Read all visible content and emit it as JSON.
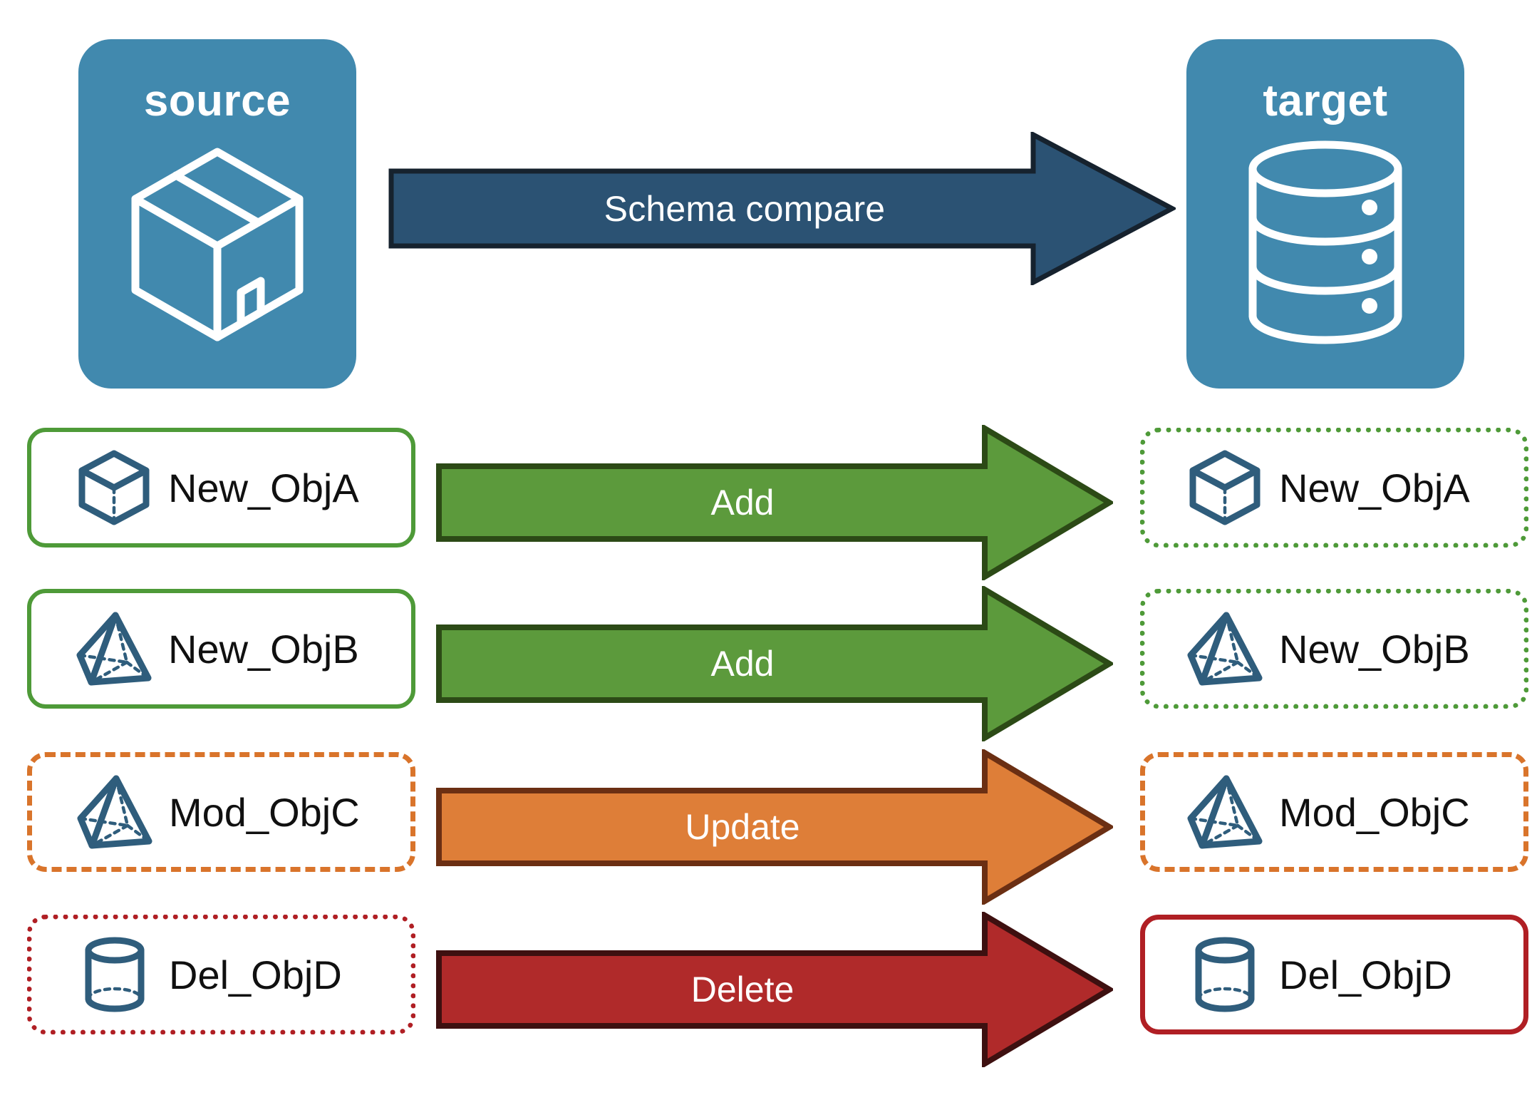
{
  "diagram": {
    "title": "Schema compare",
    "background": "#FFFFFF",
    "endpoints": {
      "source": {
        "label": "source",
        "icon": "package-box-icon",
        "fill": "#4189AE"
      },
      "target": {
        "label": "target",
        "icon": "database-cylinder-icon",
        "fill": "#4189AE"
      }
    },
    "compare_arrow": {
      "label": "Schema compare",
      "fill": "#2B5273",
      "stroke": "#16222E"
    },
    "colors": {
      "teal": "#4189AE",
      "navy": "#2B5273",
      "green": "#5C9A3C",
      "green_dark": "#2C4A16",
      "green_border": "#4E9A38",
      "orange": "#DE7E38",
      "orange_dark": "#6B2F13",
      "orange_border": "#D9742B",
      "red": "#B02A2A",
      "red_dark": "#3E1010",
      "red_border": "#B01F24",
      "icon_blue": "#2F5D7C",
      "text": "#101010"
    },
    "rows": [
      {
        "action": "Add",
        "arrow_fill": "#5C9A3C",
        "arrow_stroke": "#2C4A16",
        "source": {
          "name": "New_ObjA",
          "icon": "wireframe-cube-icon",
          "border_style": "solid",
          "border_color": "#4E9A38"
        },
        "target": {
          "name": "New_ObjA",
          "icon": "wireframe-cube-icon",
          "border_style": "dotted",
          "border_color": "#4E9A38"
        }
      },
      {
        "action": "Add",
        "arrow_fill": "#5C9A3C",
        "arrow_stroke": "#2C4A16",
        "source": {
          "name": "New_ObjB",
          "icon": "wireframe-pyramid-icon",
          "border_style": "solid",
          "border_color": "#4E9A38"
        },
        "target": {
          "name": "New_ObjB",
          "icon": "wireframe-pyramid-icon",
          "border_style": "dotted",
          "border_color": "#4E9A38"
        }
      },
      {
        "action": "Update",
        "arrow_fill": "#DE7E38",
        "arrow_stroke": "#6B2F13",
        "source": {
          "name": "Mod_ObjC",
          "icon": "wireframe-pyramid-icon",
          "border_style": "dashed",
          "border_color": "#D9742B"
        },
        "target": {
          "name": "Mod_ObjC",
          "icon": "wireframe-pyramid-icon",
          "border_style": "dashed",
          "border_color": "#D9742B"
        }
      },
      {
        "action": "Delete",
        "arrow_fill": "#B02A2A",
        "arrow_stroke": "#3E1010",
        "source": {
          "name": "Del_ObjD",
          "icon": "wireframe-cylinder-icon",
          "border_style": "dotted",
          "border_color": "#B01F24"
        },
        "target": {
          "name": "Del_ObjD",
          "icon": "wireframe-cylinder-icon",
          "border_style": "solid",
          "border_color": "#B01F24"
        }
      }
    ]
  }
}
